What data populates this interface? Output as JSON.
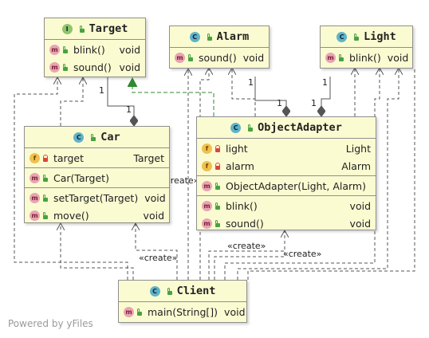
{
  "classes": {
    "target": {
      "kind": "I",
      "name": "Target",
      "methods": [
        {
          "name": "blink()",
          "type": "void"
        },
        {
          "name": "sound()",
          "type": "void"
        }
      ]
    },
    "alarm": {
      "kind": "C",
      "name": "Alarm",
      "methods": [
        {
          "name": "sound()",
          "type": "void"
        }
      ]
    },
    "light": {
      "kind": "C",
      "name": "Light",
      "methods": [
        {
          "name": "blink()",
          "type": "void"
        }
      ]
    },
    "car": {
      "kind": "C",
      "name": "Car",
      "fields": [
        {
          "name": "target",
          "type": "Target"
        }
      ],
      "constructors": [
        {
          "name": "Car(Target)",
          "type": ""
        }
      ],
      "methods": [
        {
          "name": "setTarget(Target)",
          "type": "void"
        },
        {
          "name": "move()",
          "type": "void"
        }
      ]
    },
    "adapter": {
      "kind": "C",
      "name": "ObjectAdapter",
      "fields": [
        {
          "name": "light",
          "type": "Light"
        },
        {
          "name": "alarm",
          "type": "Alarm"
        }
      ],
      "constructors": [
        {
          "name": "ObjectAdapter(Light, Alarm)",
          "type": ""
        }
      ],
      "methods": [
        {
          "name": "blink()",
          "type": "void"
        },
        {
          "name": "sound()",
          "type": "void"
        }
      ]
    },
    "client": {
      "kind": "C",
      "name": "Client",
      "methods": [
        {
          "name": "main(String[])",
          "type": "void"
        }
      ]
    }
  },
  "labels": {
    "create": "«create»",
    "mult_one": "1"
  },
  "footer": "Powered by yFiles",
  "colors": {
    "box_fill": "#fbfbd2",
    "box_border": "#8f8f8f",
    "edge": "#555555",
    "realization": "#2e8b2e"
  }
}
